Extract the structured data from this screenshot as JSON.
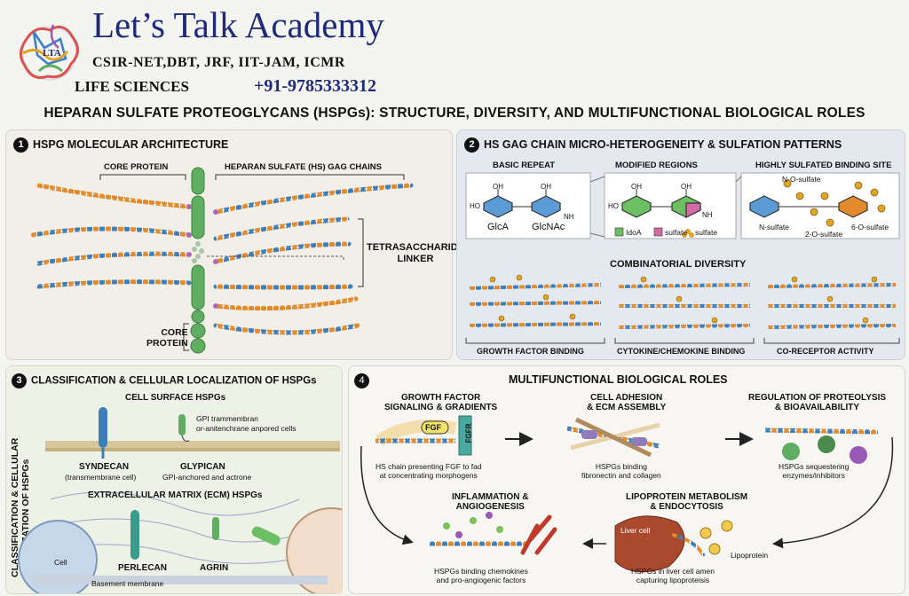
{
  "brand": {
    "logo_text": "LTA",
    "name": "Let’s Talk Academy",
    "exams": "CSIR-NET,DBT, JRF, IIT-JAM, ICMR",
    "life": "LIFE SCIENCES",
    "phone": "+91-9785333312"
  },
  "main_title": "HEPARAN SULFATE PROTEOGLYCANS (HSPGs): STRUCTURE, DIVERSITY, AND MULTIFUNCTIONAL BIOLOGICAL ROLES",
  "panel1": {
    "num": "1",
    "title": "HSPG MOLECULAR ARCHITECTURE",
    "core_protein": "CORE PROTEIN",
    "hs_chains": "HEPARAN SULFATE (HS) GAG CHAINS",
    "linker_1": "TETRASACCHARIDE",
    "linker_2": "LINKER",
    "core_1": "CORE",
    "core_2": "PROTEIN"
  },
  "panel2": {
    "num": "2",
    "title": "HS GAG CHAIN MICRO-HETEROGENEITY & SULFATION PATTERNS",
    "basic": "BASIC REPEAT",
    "modified": "MODIFIED REGIONS",
    "highly": "HIGHLY SULFATED BINDING SITE",
    "glca": "GlcA",
    "glcnac": "GlcNAc",
    "oh": "OH",
    "ho": "HO",
    "nh": "NH",
    "idoa": "IdoA",
    "sulfate": "sulfate",
    "n_o_sulfate": "N-O-sulfate",
    "n_sulfate": "N-sulfate",
    "o2_sulfate": "2-O-sulfate",
    "o6_sulfate": "6-O-sulfate",
    "combinatorial": "COMBINATORIAL DIVERSITY",
    "gf_binding": "GROWTH FACTOR BINDING",
    "cytokine": "CYTOKINE/CHEMOKINE BINDING",
    "coreceptor": "CO-RECEPTOR ACTIVITY"
  },
  "panel3": {
    "num": "3",
    "title": "CLASSIFICATION & CELLULAR LOCALIZATION OF HSPGs",
    "side_1": "CLASSIFICATION & CELLULAR",
    "side_2": "LOCALIZATION OF HSPGs",
    "cell_surface": "CELL SURFACE HSPGs",
    "gpi_1": "GPI trammembran",
    "gpi_2": "or-anitenchrane anpored cells",
    "syndecan": "SYNDECAN",
    "syndecan_sub": "(transmembrane cell)",
    "glypican": "GLYPICAN",
    "glypican_sub": "GPI-anchored and actrone",
    "ecm": "EXTRACELLULAR MATRIX (ECM) HSPGs",
    "cell": "Cell",
    "perlecan": "PERLECAN",
    "agrin": "AGRIN",
    "basement": "Basement membrane"
  },
  "panel4": {
    "num": "4",
    "title": "MULTIFUNCTIONAL BIOLOGICAL ROLES",
    "gf_1": "GROWTH FACTOR",
    "gf_2": "SIGNALING & GRADIENTS",
    "fgf": "FGF",
    "fgfr": "FGFR",
    "gf_cap_1": "HS chain presenting FGF to fad",
    "gf_cap_2": "at concentrating morphogens",
    "adh_1": "CELL ADHESION",
    "adh_2": "& ECM ASSEMBLY",
    "adh_cap_1": "HSPGs binding",
    "adh_cap_2": "fibronectin and collagen",
    "prot_1": "REGULATION OF PROTEOLYSIS",
    "prot_2": "& BIOAVAILABILITY",
    "prot_cap_1": "HSPGs sequestering",
    "prot_cap_2": "enzymes/inhibitors",
    "inf_1": "INFLAMMATION &",
    "inf_2": "ANGIOGENESIS",
    "inf_cap_1": "HSPGs binding chemokines",
    "inf_cap_2": "and pro-angiogenic factors",
    "lipo_1": "LIPOPROTEIN METABOLISM",
    "lipo_2": "& ENDOCYTOSIS",
    "liver_cell": "Liver cell",
    "lipoprotein": "Lipoprotein",
    "lipo_cap_1": "HSPGs in liver cell amen",
    "lipo_cap_2": "capturing lipoproteisis"
  },
  "colors": {
    "chain_orange": "#e38b2c",
    "chain_blue": "#3f7fb7",
    "core_green": "#5fae62",
    "sulfate_gold": "#e0a526",
    "title_navy": "#1f2a7a"
  }
}
